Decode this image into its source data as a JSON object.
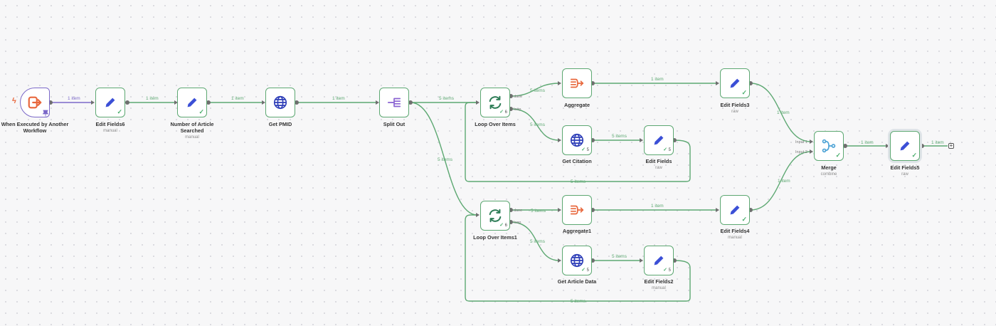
{
  "nodes": {
    "trigger": {
      "label": "When Executed by Another Workflow"
    },
    "edit_fields6": {
      "label": "Edit Fields6",
      "sub": "manual"
    },
    "num_article": {
      "label": "Number of Article Searched",
      "sub": "manual"
    },
    "get_pmid": {
      "label": "Get PMID"
    },
    "split_out": {
      "label": "Split Out"
    },
    "loop1": {
      "label": "Loop Over Items",
      "count": "6"
    },
    "loop2": {
      "label": "Loop Over Items1",
      "count": "6"
    },
    "aggregate": {
      "label": "Aggregate"
    },
    "aggregate1": {
      "label": "Aggregate1"
    },
    "get_citation": {
      "label": "Get Citation",
      "count": "5"
    },
    "get_article": {
      "label": "Get Article Data",
      "count": "5"
    },
    "edit_fields": {
      "label": "Edit Fields",
      "sub": "raw",
      "count": "5"
    },
    "edit_fields2": {
      "label": "Edit Fields2",
      "sub": "manual",
      "count": "5"
    },
    "edit_fields3": {
      "label": "Edit Fields3",
      "sub": "raw"
    },
    "edit_fields4": {
      "label": "Edit Fields4",
      "sub": "manual"
    },
    "merge": {
      "label": "Merge",
      "sub": "combine"
    },
    "edit_fields5": {
      "label": "Edit Fields5",
      "sub": "raw"
    }
  },
  "edge_labels": {
    "one_item": "1 item",
    "five_items": "5 items"
  },
  "handle_labels": {
    "done": "done",
    "loop": "loop",
    "input1": "Input 1",
    "input2": "Input 2"
  },
  "icons": {
    "trigger": "workflow-enter-icon",
    "edit": "pencil-icon",
    "http": "globe-icon",
    "split": "split-out-icon",
    "loop": "refresh-loop-icon",
    "aggregate": "aggregate-icon",
    "merge": "merge-icon",
    "add": "plus-icon"
  },
  "colors": {
    "edge": "#5da872",
    "trigger": "#7b68c8",
    "pencil": "#3b4fd6",
    "globe": "#2f3fb8",
    "aggregate": "#e8673c",
    "split": "#8a63d2",
    "loop": "#2e7d57",
    "merge": "#4da3d6"
  },
  "add_label": "+"
}
